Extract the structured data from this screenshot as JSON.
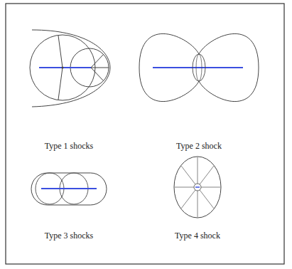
{
  "diagram": {
    "labels": [
      "Type 1 shocks",
      "Type 2 shock",
      "Type 3 shocks",
      "Type 4 shock"
    ]
  }
}
